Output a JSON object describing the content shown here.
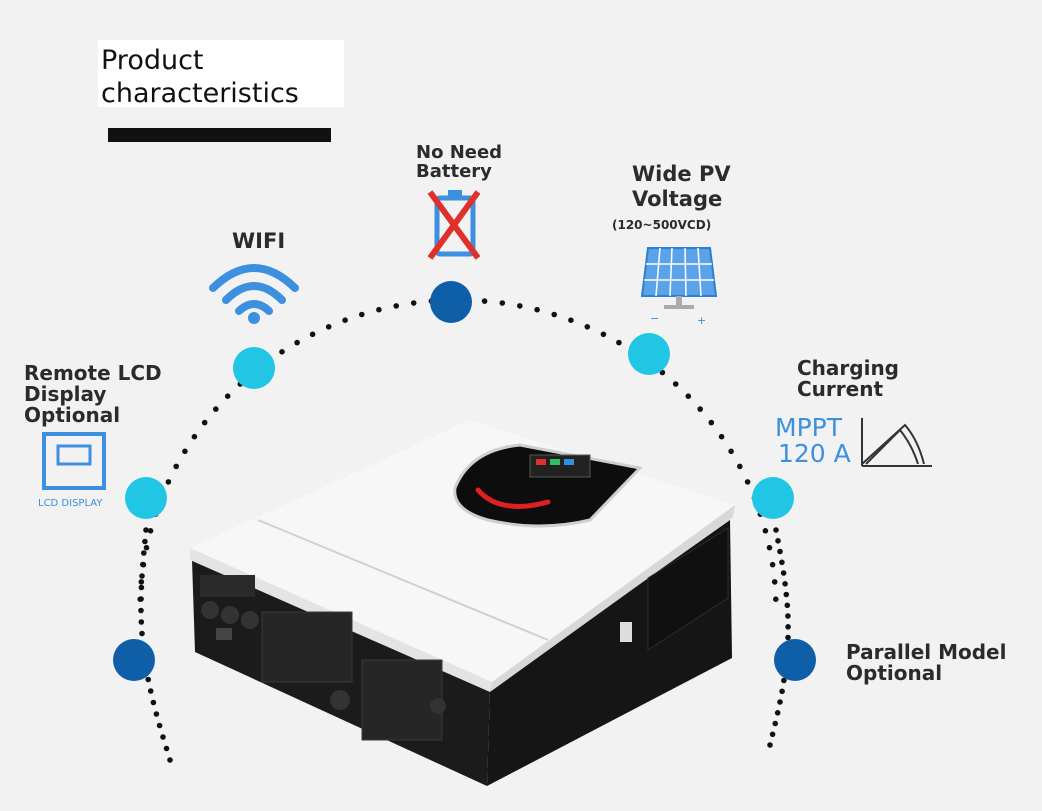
{
  "header": {
    "title": "Product\ncharacteristics"
  },
  "features": {
    "no_battery": "No Need\nBattery",
    "wide_pv": "Wide PV\nVoltage",
    "wide_pv_range": "(120~500VCD)",
    "wifi": "WIFI",
    "remote_lcd": "Remote LCD\nDisplay\nOptional",
    "lcd_icon_caption": "LCD DISPLAY",
    "charging": "Charging\nCurrent",
    "mppt_line1": "MPPT",
    "mppt_line2": "120 A",
    "parallel": "Parallel Model\nOptional"
  },
  "colors": {
    "dot_cyan": "#21c6e4",
    "dot_navy": "#0f5fa8",
    "icon_blue": "#3d8fe0",
    "cross_red": "#e0302a"
  },
  "icons": [
    "wifi-icon",
    "battery-crossed-icon",
    "solar-panel-icon",
    "lcd-display-icon",
    "mppt-curve-icon"
  ]
}
